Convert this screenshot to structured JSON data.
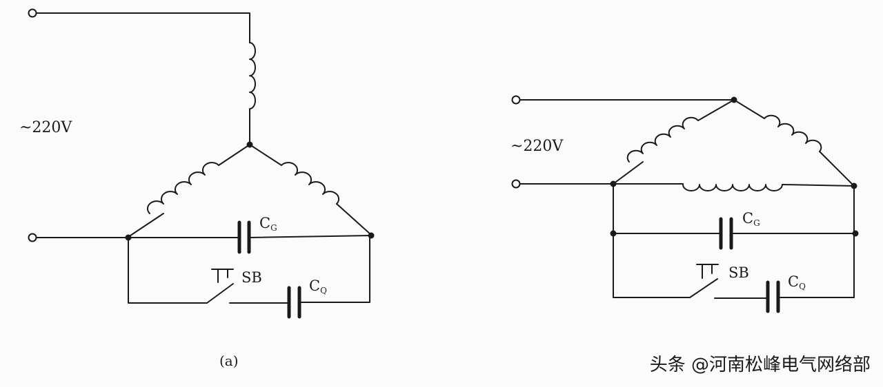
{
  "diagram_a": {
    "voltage_label": "~220V",
    "cg_main": "C",
    "cg_sub": "G",
    "sb_label": "SB",
    "cq_main": "C",
    "cq_sub": "Q",
    "caption": "(a)"
  },
  "diagram_b": {
    "voltage_label": "~220V",
    "cg_main": "C",
    "cg_sub": "G",
    "sb_label": "SB",
    "cq_main": "C",
    "cq_sub": "Q"
  },
  "watermark": "头条 @河南松峰电气网络部",
  "colors": {
    "line": "#1a1a1a",
    "background": "#fbfbfb"
  }
}
